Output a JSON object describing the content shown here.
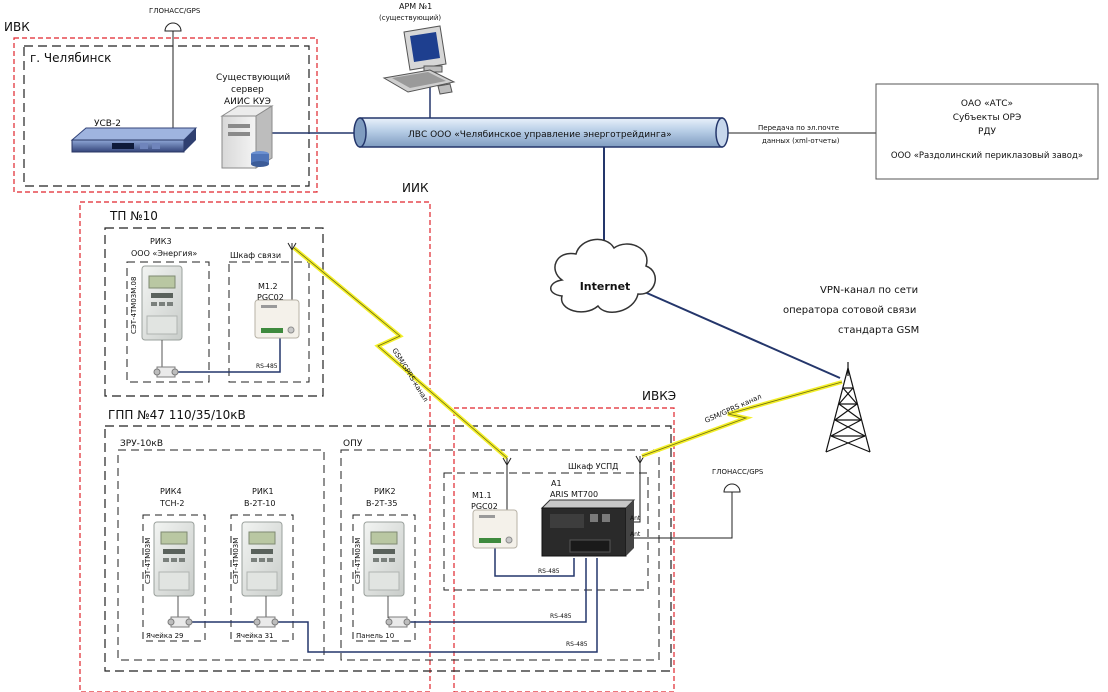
{
  "zones": {
    "ivk": "ИВК",
    "iik": "ИИК",
    "ivke": "ИВКЭ",
    "chelyabinsk": "г. Челябинск",
    "tp10": "ТП №10",
    "gpp": "ГПП №47 110/35/10кВ",
    "zru": "ЗРУ-10кВ",
    "opu": "ОПУ"
  },
  "ivk": {
    "glonass_label": "ГЛОНАСС/GPS",
    "usv_label": "УСВ-2",
    "server_line1": "Существующий",
    "server_line2": "сервер",
    "server_line3": "АИИС КУЭ"
  },
  "arm": {
    "line1": "АРМ №1",
    "line2": "(существующий)"
  },
  "lan_label": "ЛВС ООО «Челябинское управление энерготрейдинга»",
  "transfer": {
    "line1": "Передача по эл.почте",
    "line2": "данных (xml-отчеты)"
  },
  "external": {
    "line1": "ОАО «АТС»",
    "line2": "Субъекты ОРЭ",
    "line3": "РДУ",
    "line4": "ООО «Раздолинский периклазовый завод»"
  },
  "internet_label": "Internet",
  "vpn": {
    "line1": "VPN-канал по сети",
    "line2": "оператора  сотовой связи",
    "line3": "стандарта GSM"
  },
  "gsm_label_1": "GSM/GPRS-канал",
  "gsm_label_2": "GSM/GPRS канал",
  "tp10": {
    "rik3_line1": "РИК3",
    "rik3_line2": "ООО «Энергия»",
    "meter_vertical": "СЭТ-4ТМ03М.08",
    "cabinet": "Шкаф связи",
    "modem_line1": "М1.2",
    "modem_line2": "PGC02",
    "rs485": "RS-485"
  },
  "ivke": {
    "cabinet": "Шкаф УСПД",
    "m11_line1": "М1.1",
    "m11_line2": "PGC02",
    "a1_line1": "А1",
    "a1_line2": "ARIS MT700",
    "ant": "Ant",
    "ant2": "Ant",
    "glonass_label": "ГЛОНАСС/GPS",
    "rs485_a": "RS-485",
    "rs485_b": "RS-485",
    "rs485_c": "RS-485"
  },
  "zru": {
    "rik4_line1": "РИК4",
    "rik4_line2": "ТСН-2",
    "rik1_line1": "РИК1",
    "rik1_line2": "В-2Т-10",
    "meter_vertical": "СЭТ-4ТМ03М",
    "cell29": "Ячейка 29",
    "cell31": "Ячейка 31"
  },
  "opu": {
    "rik2_line1": "РИК2",
    "rik2_line2": "В-2Т-35",
    "meter_vertical": "СЭТ-4ТМ03М",
    "panel10": "Панель 10"
  }
}
